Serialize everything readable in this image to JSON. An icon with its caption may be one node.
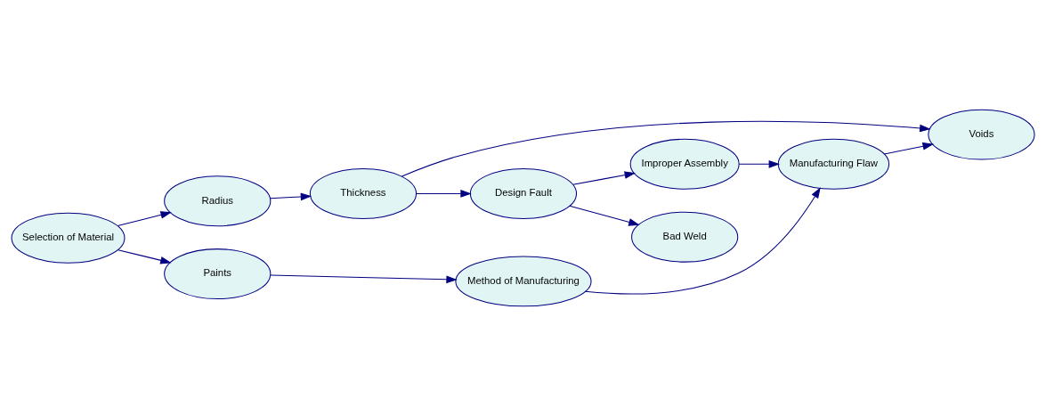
{
  "diagram": {
    "nodes": [
      {
        "text": [
          "Selection of Material"
        ]
      },
      {
        "text": [
          "Radius"
        ]
      },
      {
        "text": [
          "Paints"
        ]
      },
      {
        "text": [
          "Thickness"
        ]
      },
      {
        "text": [
          "Method of Manufacturing"
        ]
      },
      {
        "text": [
          "Design Fault"
        ]
      },
      {
        "text": [
          "Bad Weld"
        ]
      },
      {
        "text": [
          "Manufacturing Flaw"
        ]
      },
      {
        "text": [
          "Improper Assembly"
        ]
      },
      {
        "text": [
          "Voids"
        ]
      }
    ],
    "edges": [
      {
        "from": 0,
        "to": 1,
        "arrow": "to"
      },
      {
        "from": 0,
        "to": 2,
        "arrow": "to"
      },
      {
        "from": 1,
        "to": 3,
        "arrow": "to"
      },
      {
        "from": 3,
        "to": 5,
        "arrow": "to"
      },
      {
        "from": 5,
        "to": 6,
        "arrow": "to"
      },
      {
        "from": 5,
        "to": 8,
        "arrow": "to"
      },
      {
        "from": 8,
        "to": 7,
        "arrow": "to"
      },
      {
        "from": 3,
        "to": 9,
        "arrow": "to"
      },
      {
        "from": 2,
        "to": 4,
        "arrow": "to"
      },
      {
        "from": 4,
        "to": 7,
        "arrow": "to"
      },
      {
        "from": 7,
        "to": 9,
        "arrow": "to"
      }
    ]
  }
}
